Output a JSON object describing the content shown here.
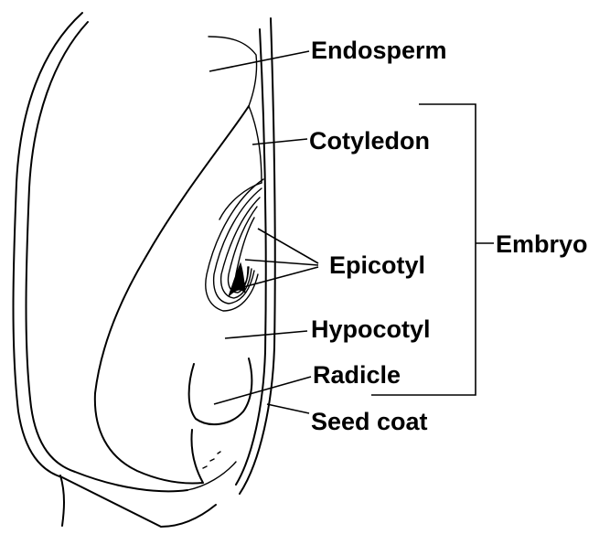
{
  "labels": {
    "endosperm": "Endosperm",
    "cotyledon": "Cotyledon",
    "epicotyl": "Epicotyl",
    "hypocotyl": "Hypocotyl",
    "radicle": "Radicle",
    "seed_coat": "Seed coat",
    "embryo": "Embryo"
  },
  "colors": {
    "ink": "#000000",
    "background": "#ffffff"
  }
}
